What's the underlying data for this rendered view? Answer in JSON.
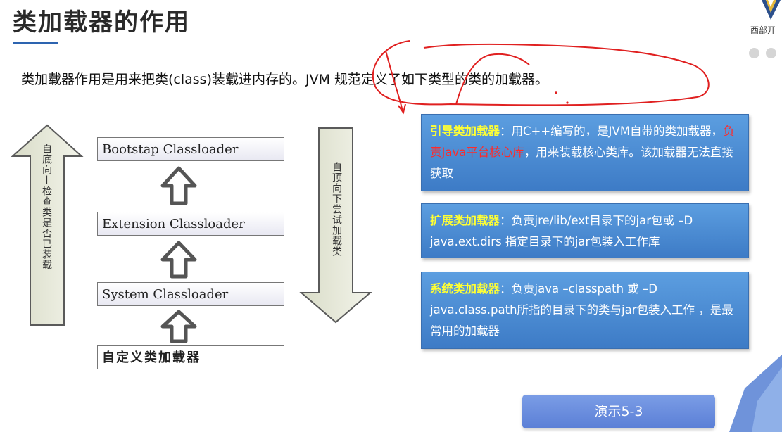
{
  "slide": {
    "title": "类加载器的作用",
    "logo_text": "西部开",
    "intro": "类加载器作用是用来把类(class)装载进内存的。JVM 规范定义了如下类型的类的加载器。"
  },
  "diagram": {
    "left_arrow_label": "自底向上检查类是否已装载",
    "right_arrow_label": "自顶向下尝试加载类",
    "loaders": [
      {
        "label": "Bootstap Classloader"
      },
      {
        "label": "Extension Classloader"
      },
      {
        "label": "System Classloader"
      },
      {
        "label": "自定义类加载器"
      }
    ]
  },
  "info_boxes": {
    "bootstrap": {
      "heading": "引导类加载器",
      "text_1": "：用C++编写的，是JVM自带的类加载器，",
      "highlight": "负责Java平台核心库",
      "text_2": "，用来装载核心类库。该加载器无法直接获取"
    },
    "extension": {
      "heading": "扩展类加载器",
      "text": "：负责jre/lib/ext目录下的jar包或 –D java.ext.dirs 指定目录下的jar包装入工作库"
    },
    "system": {
      "heading": "系统类加载器",
      "text": "：负责java –classpath 或 –D java.class.path所指的目录下的类与jar包装入工作 ，是最常用的加载器"
    }
  },
  "demo_button": {
    "label": "演示5-3"
  },
  "colors": {
    "box_blue": "#4a8ad4",
    "heading_yellow": "#ffff33",
    "highlight_red": "#ff2a2a",
    "button_blue": "#6a8fe0",
    "annotation_red": "#e02020"
  }
}
